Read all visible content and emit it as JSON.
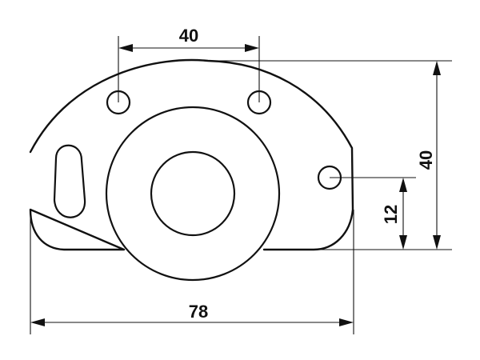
{
  "dimensions": {
    "overall_width": "78",
    "hole_spacing": "40",
    "overall_height": "40",
    "side_hole_height": "12"
  }
}
